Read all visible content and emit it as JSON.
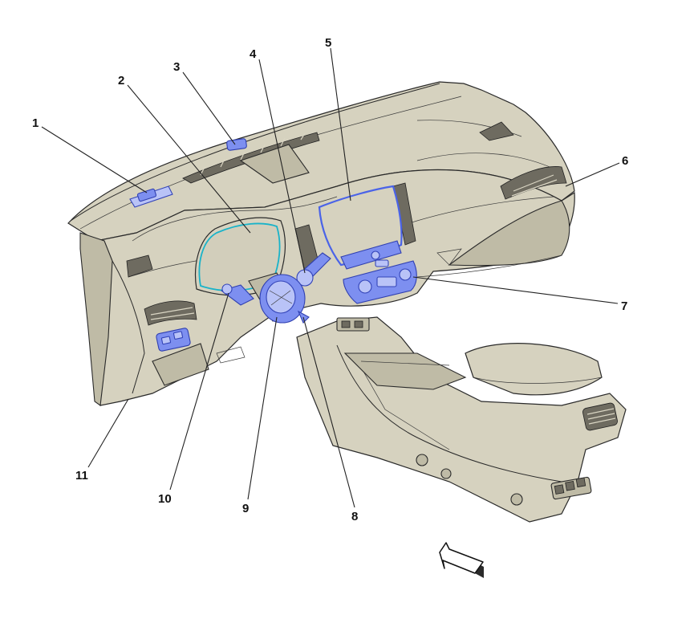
{
  "callouts": [
    {
      "id": "1",
      "label": "1"
    },
    {
      "id": "2",
      "label": "2"
    },
    {
      "id": "3",
      "label": "3"
    },
    {
      "id": "4",
      "label": "4"
    },
    {
      "id": "5",
      "label": "5"
    },
    {
      "id": "6",
      "label": "6"
    },
    {
      "id": "7",
      "label": "7"
    },
    {
      "id": "8",
      "label": "8"
    },
    {
      "id": "9",
      "label": "9"
    },
    {
      "id": "10",
      "label": "10"
    },
    {
      "id": "11",
      "label": "11"
    }
  ],
  "colors": {
    "highlight": "#7d8ff0",
    "cluster_outline": "#19b3c9",
    "trim": "#d6d2bf"
  }
}
